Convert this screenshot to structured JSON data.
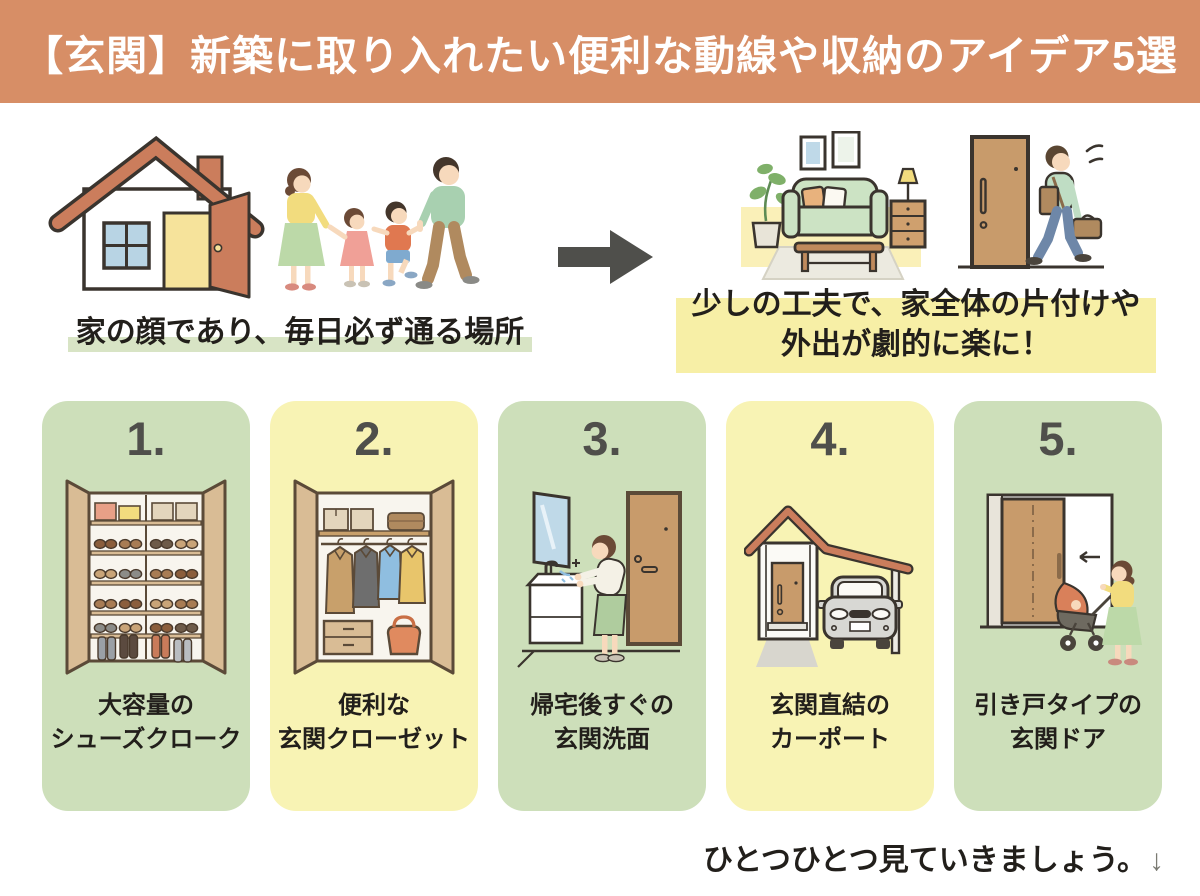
{
  "header": {
    "title": "【玄関】新築に取り入れたい便利な動線や収納のアイデア5選"
  },
  "intro": {
    "left_caption": "家の顔であり、毎日必ず通る場所",
    "right_caption_line1": "少しの工夫で、家全体の片付けや",
    "right_caption_line2": "外出が劇的に楽に！",
    "illustrations": {
      "left": [
        "house-with-open-door",
        "family-walking"
      ],
      "arrow": "right-block-arrow",
      "right": [
        "tidy-living-room",
        "person-leaving-through-door"
      ]
    }
  },
  "cards": [
    {
      "number": "1.",
      "label_line1": "大容量の",
      "label_line2": "シューズクローク",
      "illustration": "shoe-closet",
      "bg": "green"
    },
    {
      "number": "2.",
      "label_line1": "便利な",
      "label_line2": "玄関クローゼット",
      "illustration": "entry-closet",
      "bg": "yellow"
    },
    {
      "number": "3.",
      "label_line1": "帰宅後すぐの",
      "label_line2": "玄関洗面",
      "illustration": "entry-washbasin",
      "bg": "green"
    },
    {
      "number": "4.",
      "label_line1": "玄関直結の",
      "label_line2": "カーポート",
      "illustration": "attached-carport",
      "bg": "yellow"
    },
    {
      "number": "5.",
      "label_line1": "引き戸タイプの",
      "label_line2": "玄関ドア",
      "illustration": "sliding-entry-door",
      "bg": "green"
    }
  ],
  "footer": {
    "text": "ひとつひとつ見ていきましょう。",
    "arrow": "↓"
  },
  "colors": {
    "header_bg": "#D78E66",
    "card_green": "#CDDFBA",
    "card_yellow": "#F8F3B4",
    "highlight_green": "#D8E4C5",
    "highlight_yellow": "#F7EFA6",
    "number_gray": "#4F4F4B",
    "arrow_gray": "#4F4F4B",
    "ink": "#221F1B"
  }
}
